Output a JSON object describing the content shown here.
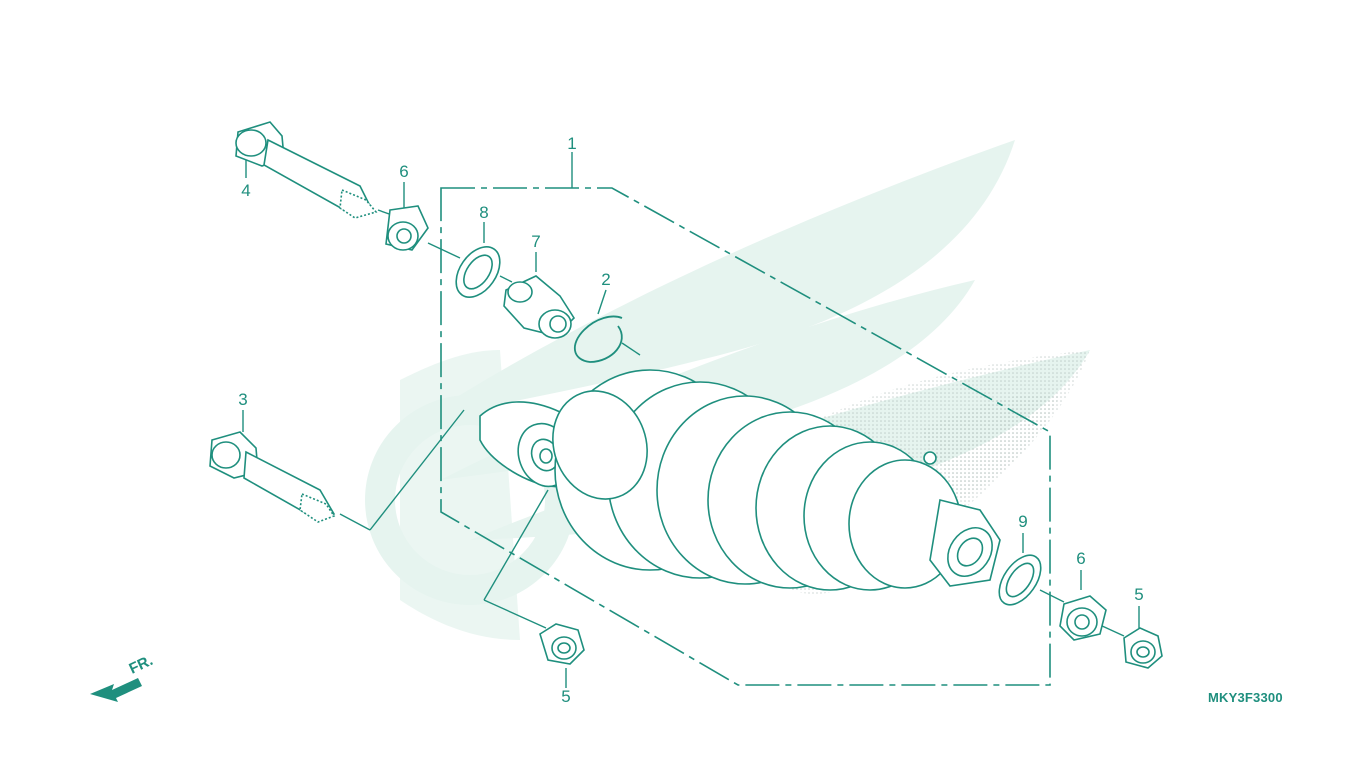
{
  "diagram": {
    "drawing_code": "MKY3F3300",
    "direction_label": "FR.",
    "colors": {
      "line": "#1f8f7e",
      "watermark": "#e6f4ef",
      "stipple": "#9fb0ac"
    },
    "callouts": [
      {
        "id": "1",
        "label": "1",
        "part": "rear-shock-absorber-assembly"
      },
      {
        "id": "2",
        "label": "2",
        "part": "snap-ring"
      },
      {
        "id": "3",
        "label": "3",
        "part": "lower-bolt"
      },
      {
        "id": "4",
        "label": "4",
        "part": "upper-bolt"
      },
      {
        "id": "5a",
        "label": "5",
        "part": "nut"
      },
      {
        "id": "5b",
        "label": "5",
        "part": "nut"
      },
      {
        "id": "6a",
        "label": "6",
        "part": "collar"
      },
      {
        "id": "6b",
        "label": "6",
        "part": "collar"
      },
      {
        "id": "7",
        "label": "7",
        "part": "bushing"
      },
      {
        "id": "8",
        "label": "8",
        "part": "dust-seal-upper"
      },
      {
        "id": "9",
        "label": "9",
        "part": "dust-seal-lower"
      }
    ]
  }
}
